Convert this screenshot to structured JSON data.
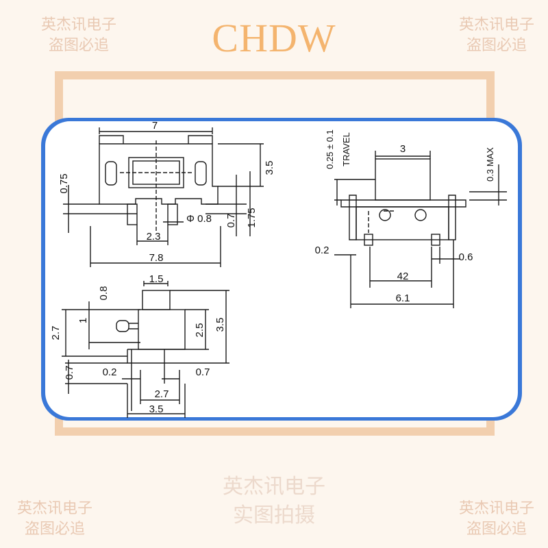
{
  "brand": "CHDW",
  "watermarks": {
    "top_left": [
      "英杰讯电子",
      "盗图必追"
    ],
    "top_right": [
      "英杰讯电子",
      "盗图必追"
    ],
    "bottom_left": [
      "英杰讯电子",
      "盗图必追"
    ],
    "bottom_right": [
      "英杰讯电子",
      "盗图必追"
    ],
    "bottom_center": [
      "英杰讯电子",
      "实图拍摄"
    ]
  },
  "top_view": {
    "dim_width_top": "7",
    "dim_height_right": "3.5",
    "dim_left": "0.75",
    "dim_pin_pitch": "2.3",
    "dim_pin_diameter": "Φ 0.8",
    "dim_width_bottom": "7.8",
    "dim_pin_offset": "0.7",
    "dim_pin_length": "1.75"
  },
  "side_view": {
    "dim_top": "1.5",
    "dim_small": "0.8",
    "dim_actuator": "1",
    "dim_height_left": "2.7",
    "dim_body_height": "2.5",
    "dim_total_height": "3.5",
    "dim_lead": "0.7",
    "dim_left_gap": "0.2",
    "dim_right_gap": "0.7",
    "dim_inner": "2.7",
    "dim_outer": "3.5"
  },
  "front_view": {
    "dim_travel": "0.25 ± 0.1",
    "label_travel": "TRAVEL",
    "dim_actuator_width": "3",
    "dim_max": "0.3 MAX",
    "dim_left_gap": "0.2",
    "dim_pin": "0.6",
    "dim_pin_pitch": "42",
    "dim_total": "6.1"
  }
}
